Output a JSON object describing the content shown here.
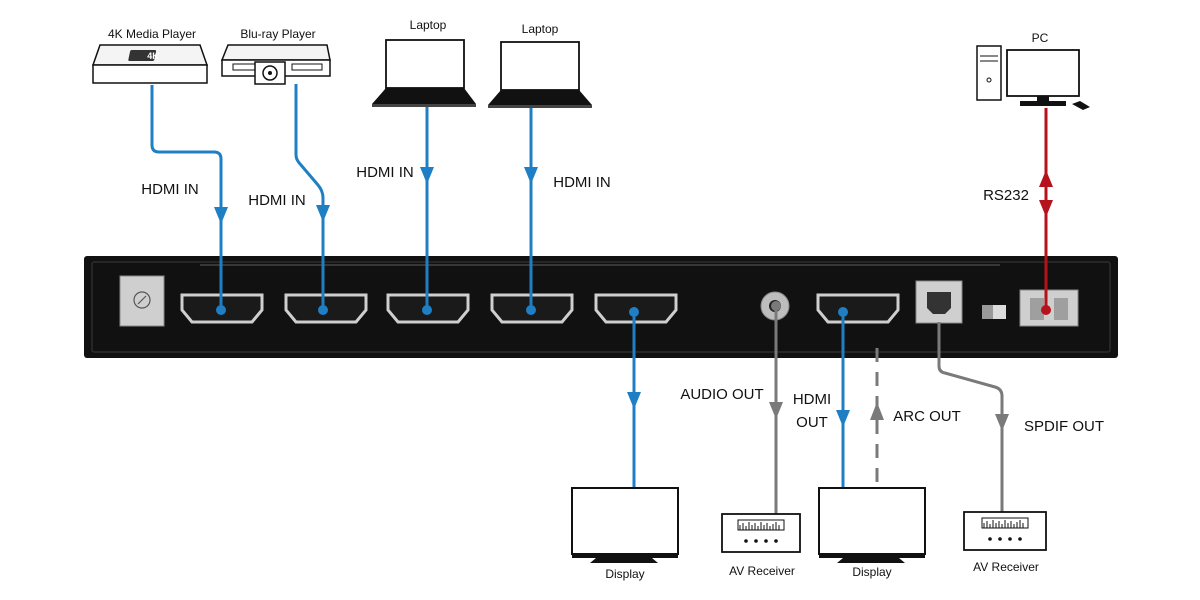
{
  "colors": {
    "hdmi": "#1f7fc4",
    "audio": "#7a7a7a",
    "rs232": "#b5121b",
    "chassis": "#111111",
    "port_metal": "#c9c9c9"
  },
  "sources": {
    "media_player": "4K Media Player",
    "media_player_logo": "4K",
    "bluray": "Blu-ray Player",
    "laptop1": "Laptop",
    "laptop2": "Laptop",
    "pc": "PC"
  },
  "sinks": {
    "display1": "Display",
    "av_receiver1": "AV Receiver",
    "display2": "Display",
    "av_receiver2": "AV Receiver"
  },
  "connections": {
    "hdmi_in_1": "HDMI IN",
    "hdmi_in_2": "HDMI IN",
    "hdmi_in_3": "HDMI IN",
    "hdmi_in_4": "HDMI IN",
    "rs232": "RS232",
    "audio_out": "AUDIO OUT",
    "hdmi_out_line1": "HDMI",
    "hdmi_out_line2": "OUT",
    "arc_out": "ARC OUT",
    "spdif_out": "SPDIF OUT"
  }
}
